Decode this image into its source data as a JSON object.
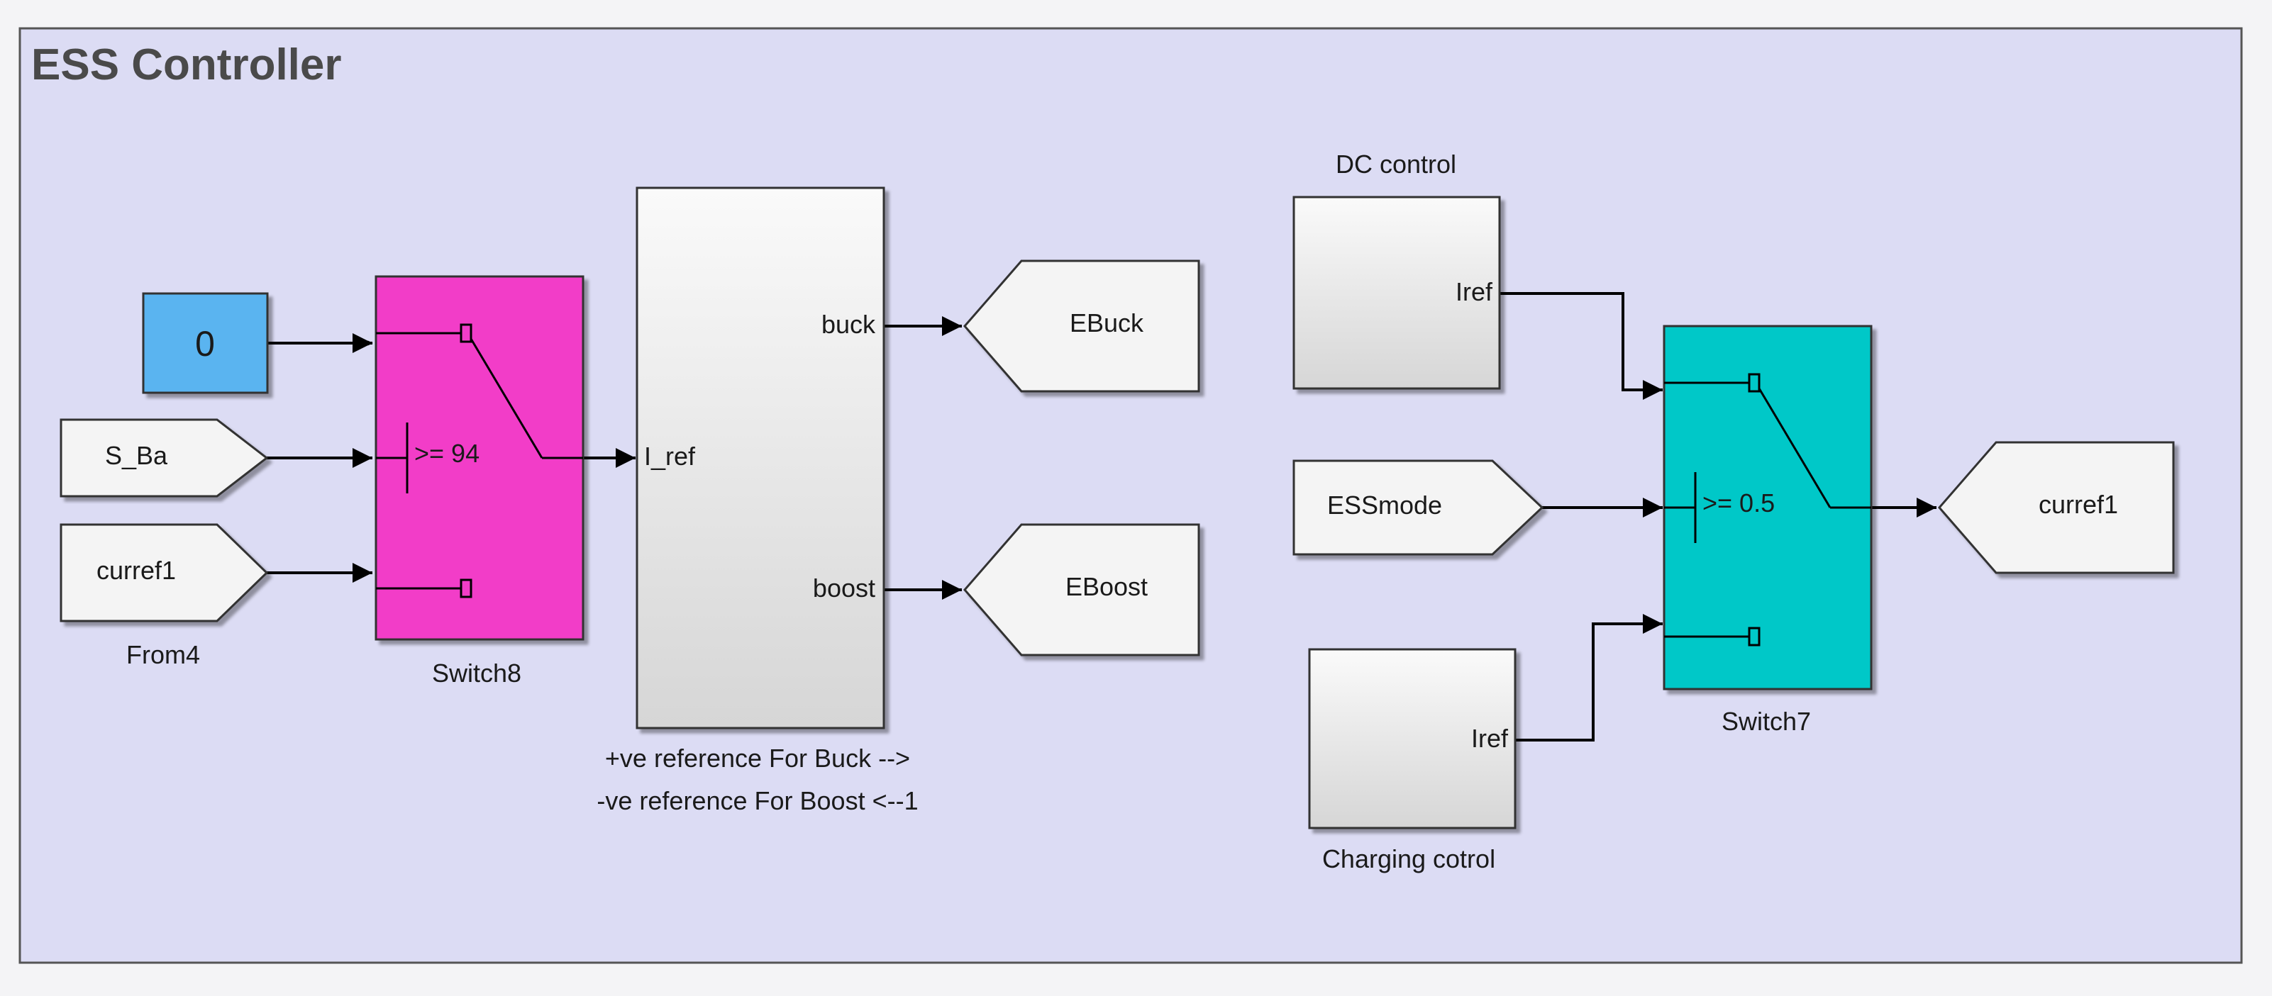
{
  "diagram": {
    "area_title": "ESS Controller",
    "colors": {
      "area_fill": "#dcdcf4",
      "switch8": "#f23cc8",
      "switch7": "#00c8c8",
      "constant": "#5ab4f0",
      "gray_block": "#e6e6e6"
    },
    "blocks": {
      "constant": {
        "value": "0"
      },
      "from_s_ba": {
        "tag": "S_Ba"
      },
      "from_curref1": {
        "tag": "curref1",
        "name": "From4"
      },
      "switch8": {
        "name": "Switch8",
        "threshold": ">= 94"
      },
      "buck_boost": {
        "input_port": "I_ref",
        "output_ports": [
          "buck",
          "boost"
        ],
        "caption_lines": [
          "+ve reference For Buck -->",
          "-ve reference For Boost <--1"
        ]
      },
      "goto_ebuck": {
        "tag": "EBuck"
      },
      "goto_eboost": {
        "tag": "EBoost"
      },
      "dc_control": {
        "name": "DC control",
        "output_port": "Iref"
      },
      "from_essmode": {
        "tag": "ESSmode"
      },
      "charging_control": {
        "name": "Charging cotrol",
        "output_port": "Iref"
      },
      "switch7": {
        "name": "Switch7",
        "threshold": ">= 0.5"
      },
      "goto_curref1": {
        "tag": "curref1"
      }
    }
  }
}
